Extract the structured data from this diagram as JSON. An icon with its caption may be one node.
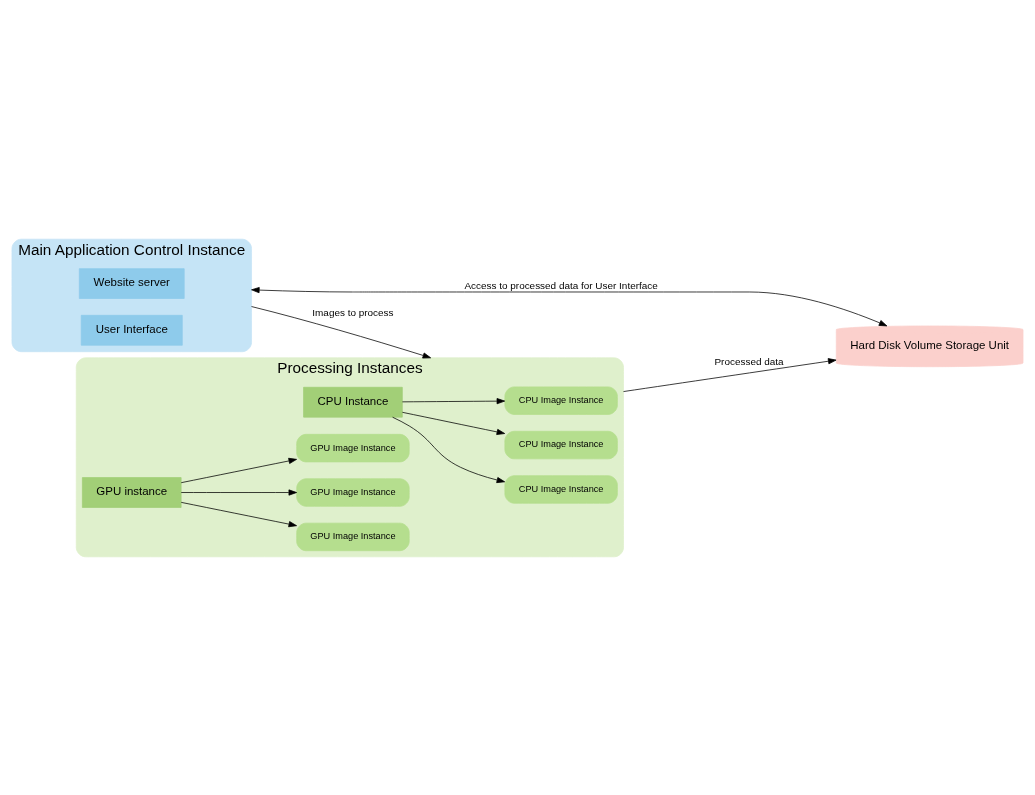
{
  "diagram": {
    "nodes": [
      {
        "text": [
          "Main Application Control Instance"
        ]
      },
      {
        "text": [
          "Website server"
        ],
        "in": 0
      },
      {
        "text": [
          "User Interface"
        ],
        "in": 0
      },
      {
        "text": [
          "Hard Disk Volume Storage Unit"
        ]
      },
      {
        "text": [
          "Processing Instances"
        ]
      },
      {
        "text": [
          "CPU Image Instance"
        ],
        "in": 4
      },
      {
        "text": [
          "CPU Image Instance"
        ],
        "in": 4
      },
      {
        "text": [
          "CPU Image Instance"
        ],
        "in": 4
      },
      {
        "text": [
          "CPU Instance"
        ],
        "in": 4
      },
      {
        "text": [
          "GPU Image Instance"
        ],
        "in": 4
      },
      {
        "text": [
          "GPU Image Instance"
        ],
        "in": 4
      },
      {
        "text": [
          "GPU Image Instance"
        ],
        "in": 4
      },
      {
        "text": [
          "GPU instance"
        ],
        "in": 4
      }
    ],
    "edges": [
      {
        "from": 0,
        "to": 3,
        "arrow": "both",
        "label": "Access to processed data for User Interface"
      },
      {
        "from": 0,
        "to": 4,
        "arrow": "to",
        "label": "Images to process"
      },
      {
        "from": 4,
        "to": 3,
        "arrow": "to",
        "label": "Processed data"
      },
      {
        "from": 8,
        "to": 5,
        "arrow": "to"
      },
      {
        "from": 8,
        "to": 6,
        "arrow": "to"
      },
      {
        "from": 8,
        "to": 7,
        "arrow": "to"
      },
      {
        "from": 12,
        "to": 9,
        "arrow": "to"
      },
      {
        "from": 12,
        "to": 10,
        "arrow": "to"
      },
      {
        "from": 12,
        "to": 11,
        "arrow": "to"
      }
    ]
  }
}
